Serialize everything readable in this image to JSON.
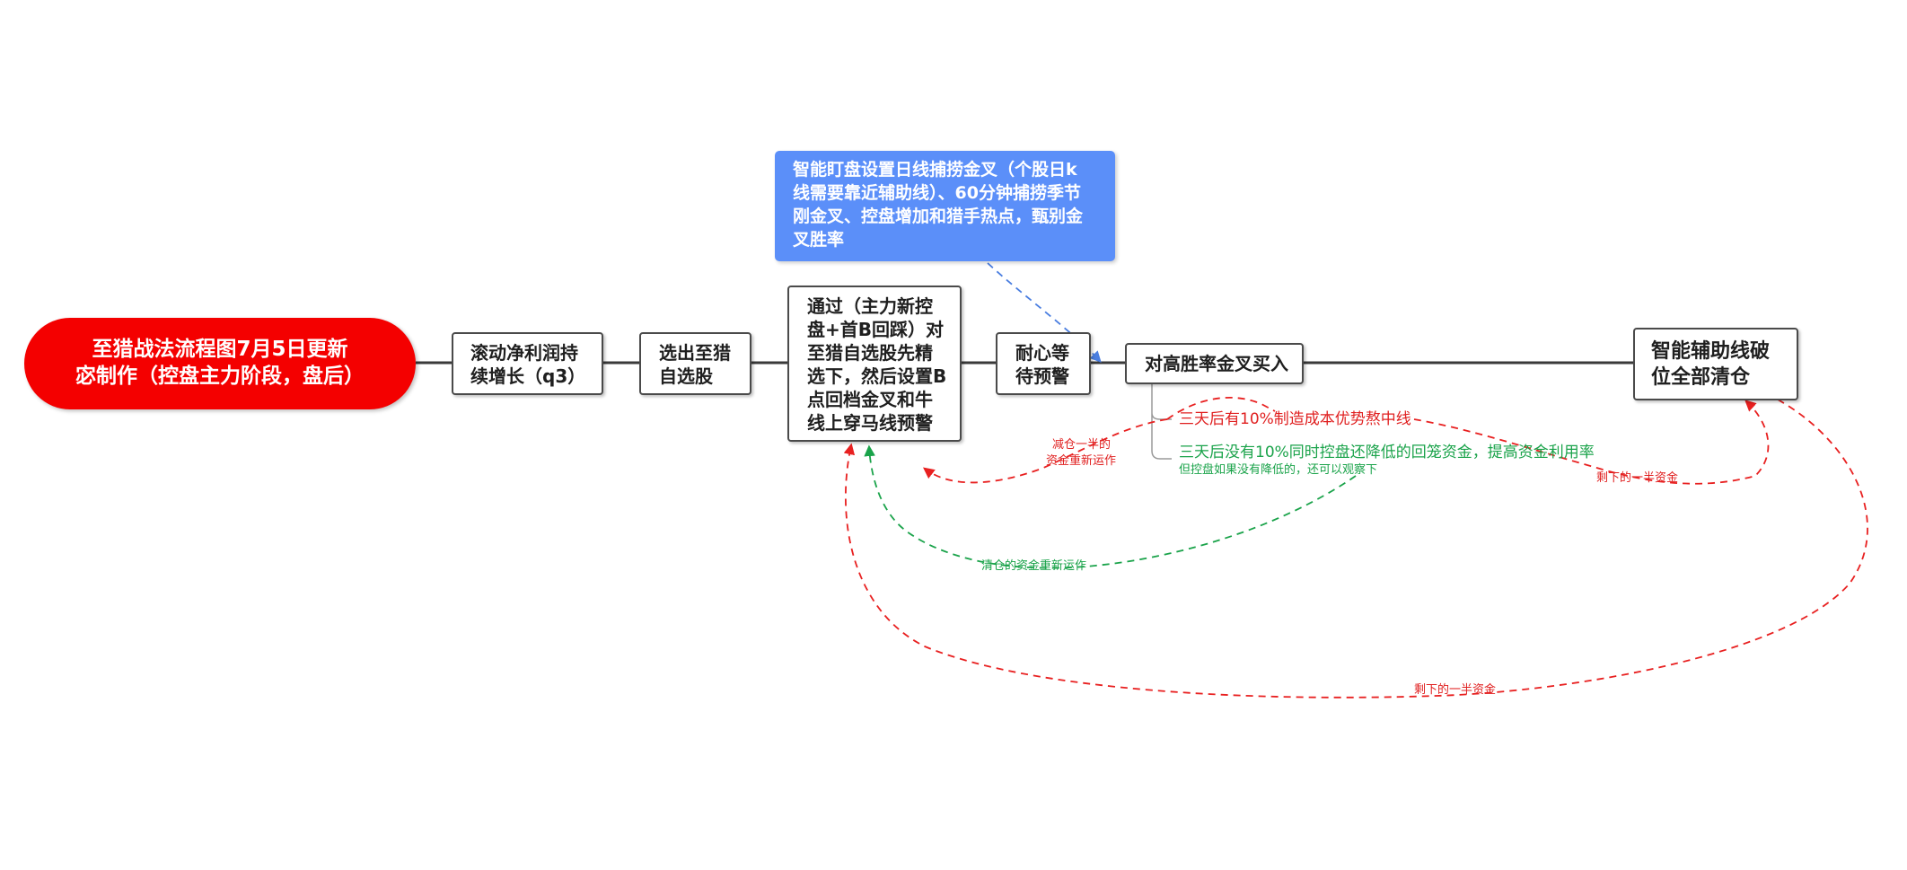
{
  "root": {
    "line1": "至猎战法流程图7月5日更新",
    "line2": "宓制作（控盘主力阶段，盘后）"
  },
  "nodes": {
    "n1": {
      "lines": [
        "滚动净利润持",
        "续增长（q3）"
      ]
    },
    "n2": {
      "lines": [
        "选出至猎",
        "自选股"
      ]
    },
    "n3": {
      "lines": [
        "通过（主力新控",
        "盘+首B回踩）对",
        "至猎自选股先精",
        "选下，然后设置B",
        "点回档金叉和牛",
        "线上穿马线预警"
      ]
    },
    "n4": {
      "lines": [
        "耐心等",
        "待预警"
      ]
    },
    "n5": {
      "lines": [
        "对高胜率金叉买入"
      ]
    },
    "n6": {
      "lines": [
        "智能辅助线破",
        "位全部清仓"
      ]
    }
  },
  "callout": {
    "lines": [
      "智能盯盘设置日线捕捞金叉（个股日k",
      "线需要靠近辅助线）、60分钟捕捞季节",
      "刚金叉、控盘增加和猎手热点，甄别金",
      "叉胜率"
    ]
  },
  "branches": {
    "b1": "三天后有10%制造成本优势熬中线",
    "b2": "三天后没有10%同时控盘还降低的回笼资金，提高资金利用率",
    "b2_sub": "但控盘如果没有降低的，还可以观察下"
  },
  "notes": {
    "reduce_1": "减仓一半的",
    "reduce_2": "资金重新运作",
    "clear_reuse": "清仓的资金重新运作",
    "remaining_1": "剩下的一半资金",
    "remaining_2": "剩下的一半资金"
  },
  "colors": {
    "root": "#f40000",
    "callout": "#5b8ff9",
    "red_text": "#e02020",
    "green_text": "#1aa34a",
    "red_arrow": "#e82020",
    "green_arrow": "#1aa34a",
    "blue_arrow": "#4a7ee0",
    "line": "#3a3a3a"
  },
  "icons": {
    "arrow_heads": "triangle-arrow"
  }
}
